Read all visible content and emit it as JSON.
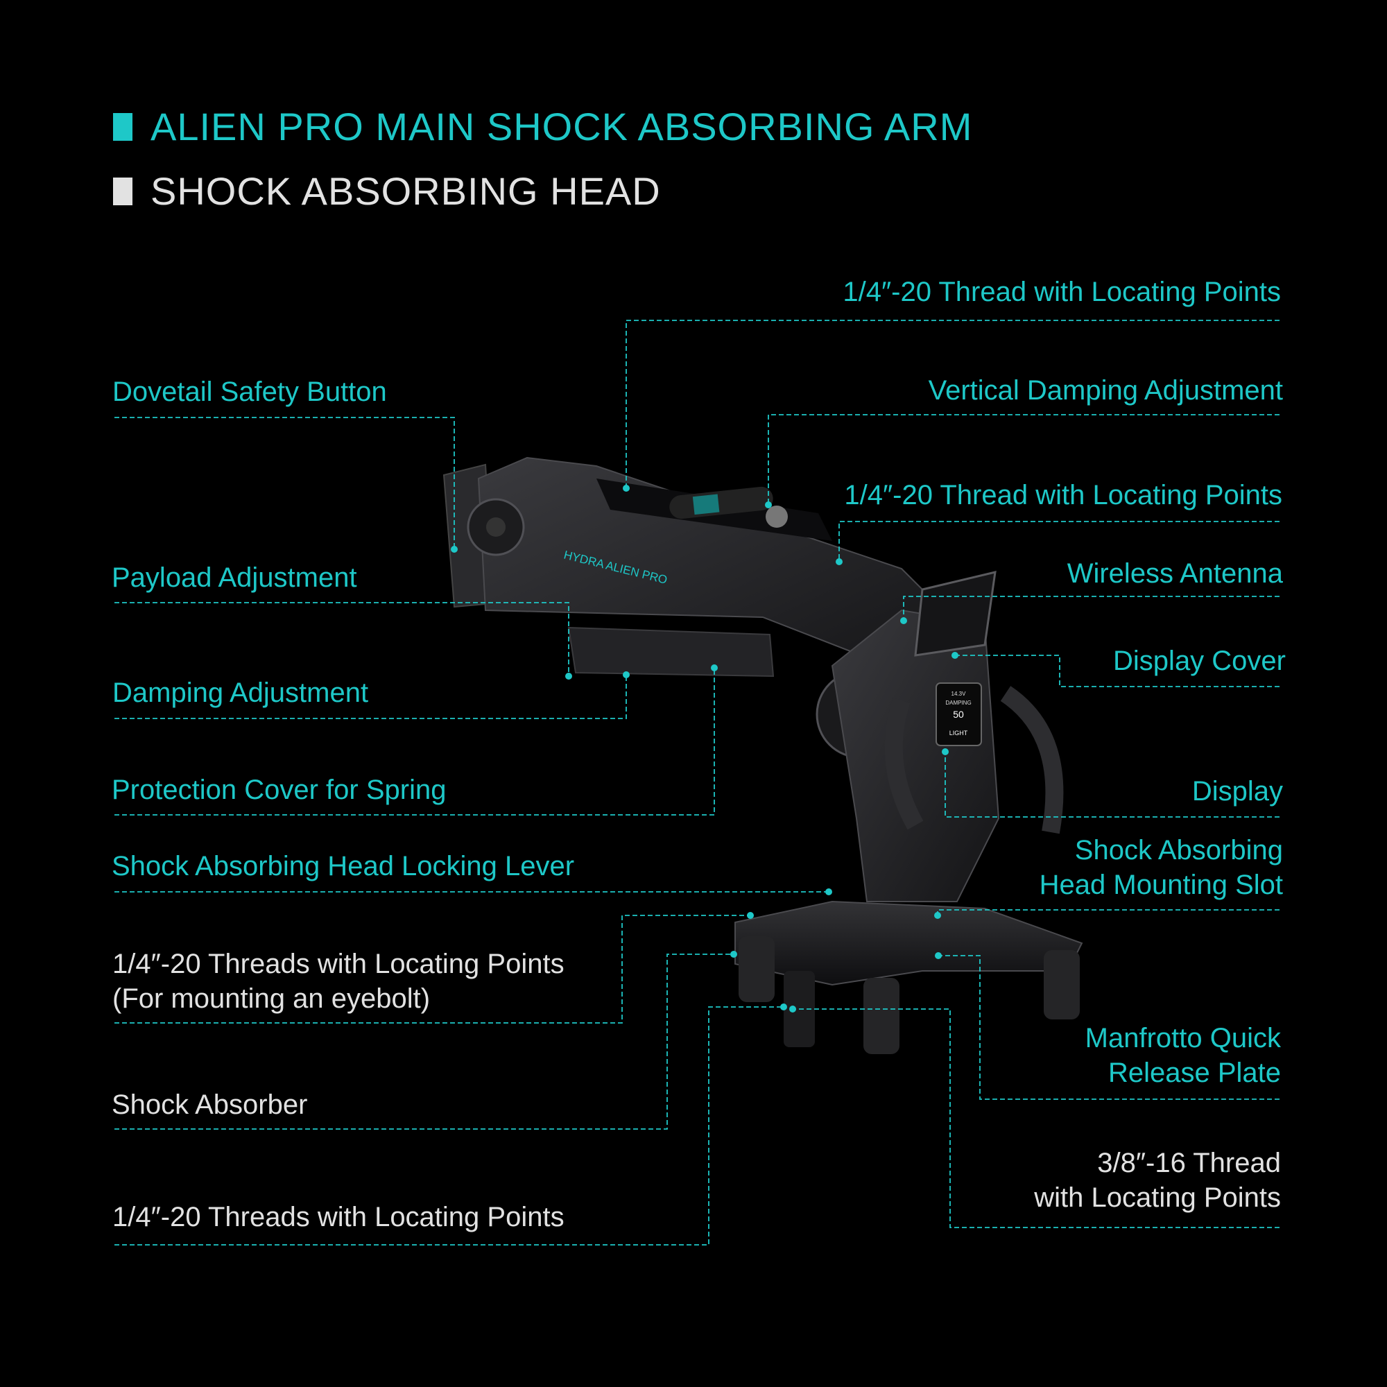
{
  "colors": {
    "background": "#000000",
    "arm": "#1ec8c8",
    "head": "#e2e2e2",
    "leader": "#1ec8c8"
  },
  "legend": {
    "arm": "ALIEN PRO MAIN SHOCK ABSORBING ARM",
    "head": "SHOCK ABSORBING HEAD"
  },
  "device": {
    "model_text": "HYDRA ALIEN PRO",
    "screen_label": "DAMPING",
    "screen_value": "50",
    "screen_mode": "LIGHT",
    "screen_voltage": "14.3V"
  },
  "labels": {
    "thread_top": "1/4″-20 Thread with Locating Points",
    "dovetail": "Dovetail Safety Button",
    "vertical_damping": "Vertical Damping Adjustment",
    "thread_mid": "1/4″-20 Thread with Locating Points",
    "payload": "Payload Adjustment",
    "antenna": "Wireless Antenna",
    "display_cover": "Display Cover",
    "damping": "Damping Adjustment",
    "spring_cover": "Protection Cover for Spring",
    "display": "Display",
    "locking_lever": "Shock Absorbing Head Locking Lever",
    "mount_slot_1": "Shock Absorbing",
    "mount_slot_2": "Head Mounting Slot",
    "eyebolt_1": "1/4″-20 Threads with Locating Points",
    "eyebolt_2": "(For mounting an eyebolt)",
    "manfrotto_1": "Manfrotto Quick",
    "manfrotto_2": "Release Plate",
    "absorber": "Shock Absorber",
    "thread_38_1": "3/8″-16 Thread",
    "thread_38_2": "with Locating Points",
    "threads_bottom": "1/4″-20 Threads with Locating Points"
  }
}
